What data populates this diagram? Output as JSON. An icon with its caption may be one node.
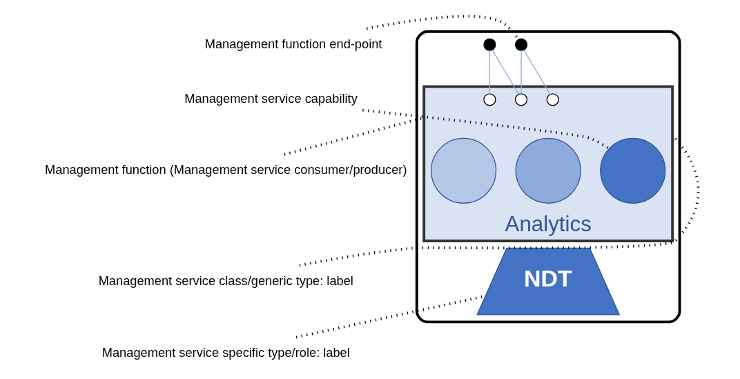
{
  "diagram": {
    "nodes": [
      {
        "text": [],
        "shape": "box"
      },
      {
        "text": [
          "Analytics"
        ],
        "in": 0
      },
      {
        "text": [],
        "shape": "circle",
        "in": 1
      },
      {
        "text": [],
        "shape": "circle",
        "in": 1
      },
      {
        "text": [],
        "shape": "circle",
        "in": 1
      },
      {
        "text": [],
        "shape": "circle",
        "in": 1
      },
      {
        "text": [],
        "shape": "circle",
        "in": 1
      },
      {
        "text": [],
        "shape": "circle",
        "in": 1
      },
      {
        "text": [],
        "shape": "circle",
        "in": 0
      },
      {
        "text": [],
        "shape": "circle",
        "in": 0
      },
      {
        "text": [
          "NDT"
        ],
        "in": 0
      },
      {
        "text": [
          "Management function end-point"
        ]
      },
      {
        "text": [
          "Management service capability"
        ]
      },
      {
        "text": [
          "Management function (Management service consumer/producer)"
        ]
      },
      {
        "text": [
          "Management service class/generic type: label"
        ]
      },
      {
        "text": [
          "Management service specific type/role: label"
        ]
      }
    ],
    "edges": [
      {
        "from": 8,
        "to": 5,
        "arrow": "none",
        "color": "#8faadc"
      },
      {
        "from": 8,
        "to": 6,
        "arrow": "none",
        "color": "#8faadc"
      },
      {
        "from": 9,
        "to": 6,
        "arrow": "none",
        "color": "#8faadc"
      },
      {
        "from": 9,
        "to": 7,
        "arrow": "none",
        "color": "#8faadc"
      },
      {
        "from": 11,
        "to": 9,
        "arrow": "none",
        "style": "dashed"
      },
      {
        "from": 12,
        "to": 4,
        "arrow": "none",
        "style": "dashed"
      },
      {
        "from": 13,
        "to": 1,
        "arrow": "none",
        "style": "dashed"
      },
      {
        "from": 14,
        "to": 1,
        "arrow": "none",
        "style": "dashed"
      },
      {
        "from": 15,
        "to": 10,
        "arrow": "none",
        "style": "dashed"
      }
    ]
  }
}
